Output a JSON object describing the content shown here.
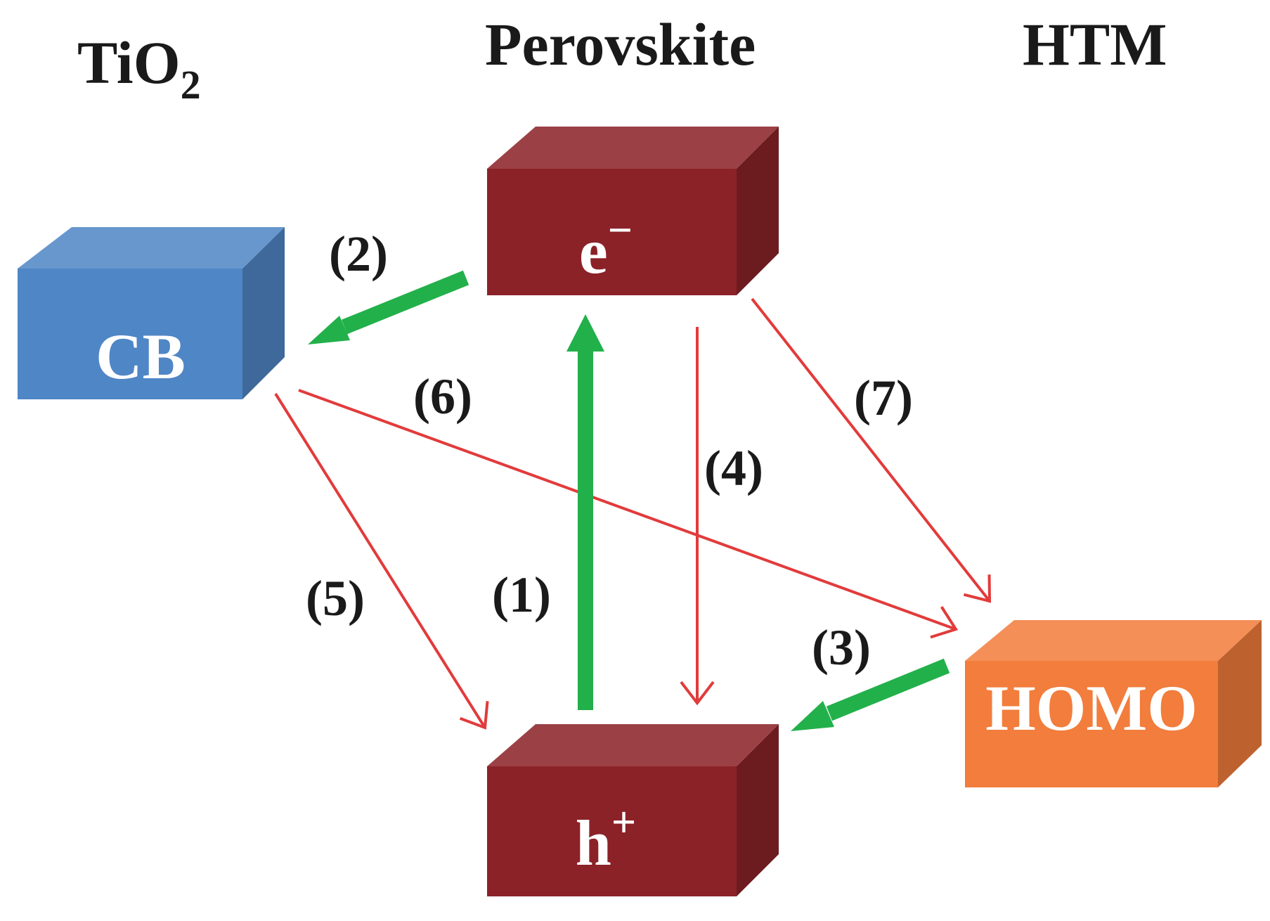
{
  "headers": {
    "tio2": {
      "main": "TiO",
      "sub": "2"
    },
    "perovskite": "Perovskite",
    "htm": "HTM"
  },
  "boxes": {
    "cb": {
      "label": "CB",
      "color": "#4f86c6"
    },
    "electron": {
      "label": "e",
      "sup": "−",
      "color": "#8b2228"
    },
    "hole": {
      "label": "h",
      "sup": "+",
      "color": "#8b2228"
    },
    "homo": {
      "label": "HOMO",
      "color": "#f27d3c"
    }
  },
  "steps": {
    "s1": "(1)",
    "s2": "(2)",
    "s3": "(3)",
    "s4": "(4)",
    "s5": "(5)",
    "s6": "(6)",
    "s7": "(7)"
  },
  "colors": {
    "forward_arrow": "#22b04a",
    "recombination_arrow": "#e23b3b"
  }
}
